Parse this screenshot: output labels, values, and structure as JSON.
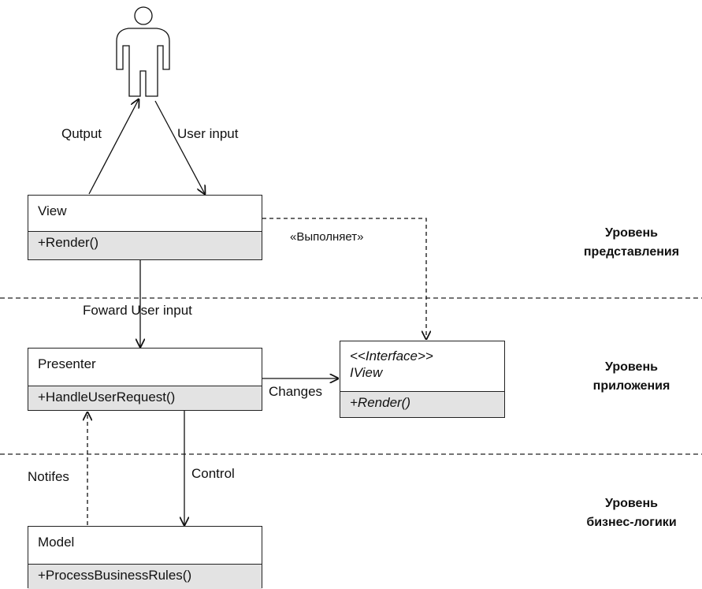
{
  "actor": {
    "icon": "user-actor-icon"
  },
  "view": {
    "name": "View",
    "operation": "+Render()"
  },
  "presenter": {
    "name": "Presenter",
    "operation": "+HandleUserRequest()"
  },
  "iview": {
    "stereotype": "<<Interface>>",
    "name": "IView",
    "operation": "+Render()"
  },
  "model": {
    "name": "Model",
    "operation": "+ProcessBusinessRules()"
  },
  "edges": {
    "output": "Qutput",
    "user_input": "User input",
    "implements": "«Выполняет»",
    "forward_user_input": "Foward User input",
    "changes": "Changes",
    "notifies": "Notifes",
    "control": "Control"
  },
  "layers": {
    "presentation": [
      "Уровень",
      "представления"
    ],
    "application": [
      "Уровень",
      "приложения"
    ],
    "business": [
      "Уровень",
      "бизнес-логики"
    ]
  }
}
